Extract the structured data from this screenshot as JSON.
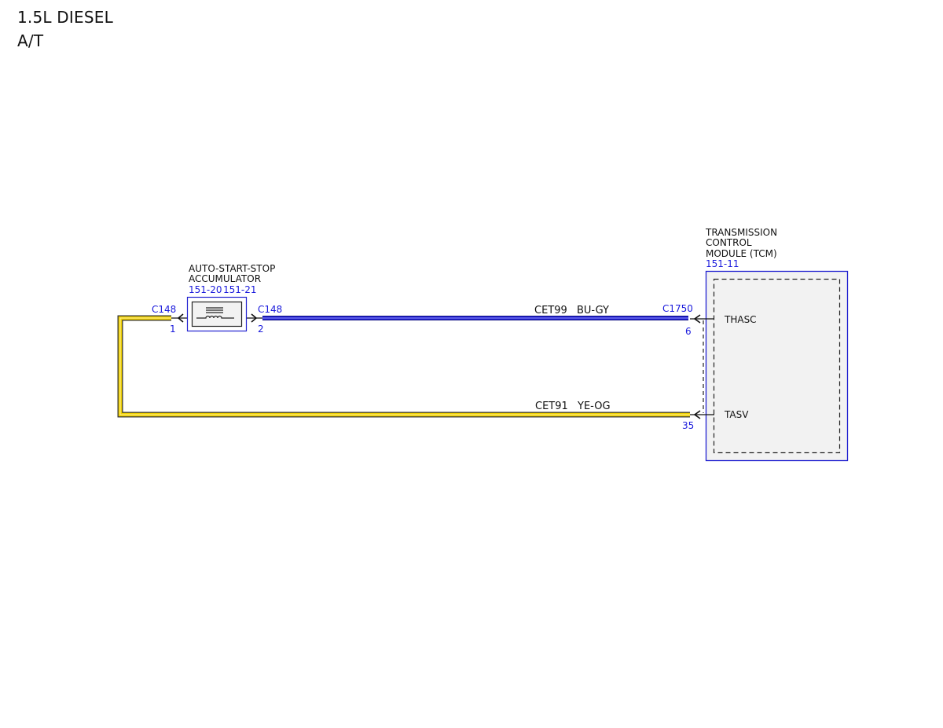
{
  "header": {
    "engine": "1.5L DIESEL",
    "transmission": "A/T"
  },
  "accumulator": {
    "title_line1": "AUTO-START-STOP",
    "title_line2": "ACCUMULATOR",
    "ref1": "151-20",
    "ref2": "151-21",
    "left_connector": "C148",
    "left_pin": "1",
    "right_connector": "C148",
    "right_pin": "2"
  },
  "tcm": {
    "title_line1": "TRANSMISSION",
    "title_line2": "CONTROL",
    "title_line3": "MODULE (TCM)",
    "ref": "151-11",
    "connector": "C1750",
    "pin_top": "6",
    "pin_bottom": "35",
    "signal_top": "THASC",
    "signal_bottom": "TASV"
  },
  "wires": [
    {
      "circuit": "CET99",
      "color_code": "BU-GY",
      "color": "#1d1dc8"
    },
    {
      "circuit": "CET91",
      "color_code": "YE-OG",
      "color": "#f0d000"
    }
  ],
  "colors": {
    "annotation_blue": "#1a1adc",
    "module_fill": "#f2f2f2",
    "wire_outline": "#333333"
  }
}
